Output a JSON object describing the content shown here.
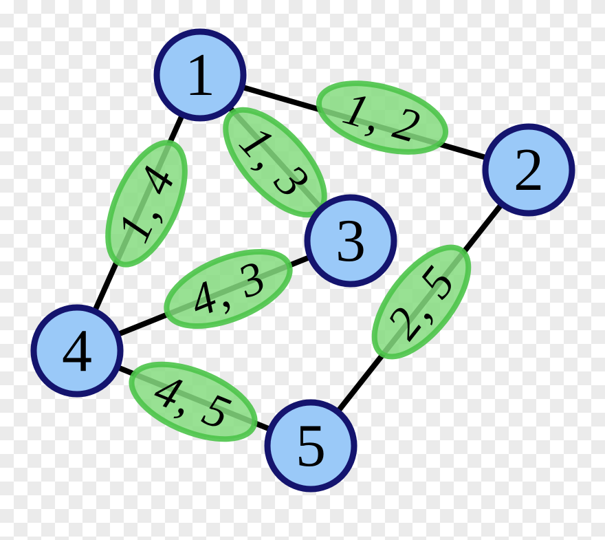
{
  "diagram": {
    "kind": "edge-labeled-undirected-graph",
    "background": "transparency-checkerboard"
  },
  "nodes": [
    {
      "id": "1",
      "label": "1"
    },
    {
      "id": "2",
      "label": "2"
    },
    {
      "id": "3",
      "label": "3"
    },
    {
      "id": "4",
      "label": "4"
    },
    {
      "id": "5",
      "label": "5"
    }
  ],
  "edges": [
    {
      "from": "1",
      "to": "2",
      "label": "1, 2"
    },
    {
      "from": "1",
      "to": "3",
      "label": "1, 3"
    },
    {
      "from": "1",
      "to": "4",
      "label": "1, 4"
    },
    {
      "from": "4",
      "to": "3",
      "label": "4, 3"
    },
    {
      "from": "4",
      "to": "5",
      "label": "4, 5"
    },
    {
      "from": "2",
      "to": "5",
      "label": "2, 5"
    }
  ],
  "colors": {
    "node_fill": "#9ac9f8",
    "node_border": "#14146e",
    "node_text": "#000000",
    "edge_line": "#000000",
    "label_fill": "#86dc80",
    "label_border": "#4cc44a",
    "label_text": "#000000",
    "checker_white": "#ffffff",
    "checker_gray": "#ebebeb"
  }
}
